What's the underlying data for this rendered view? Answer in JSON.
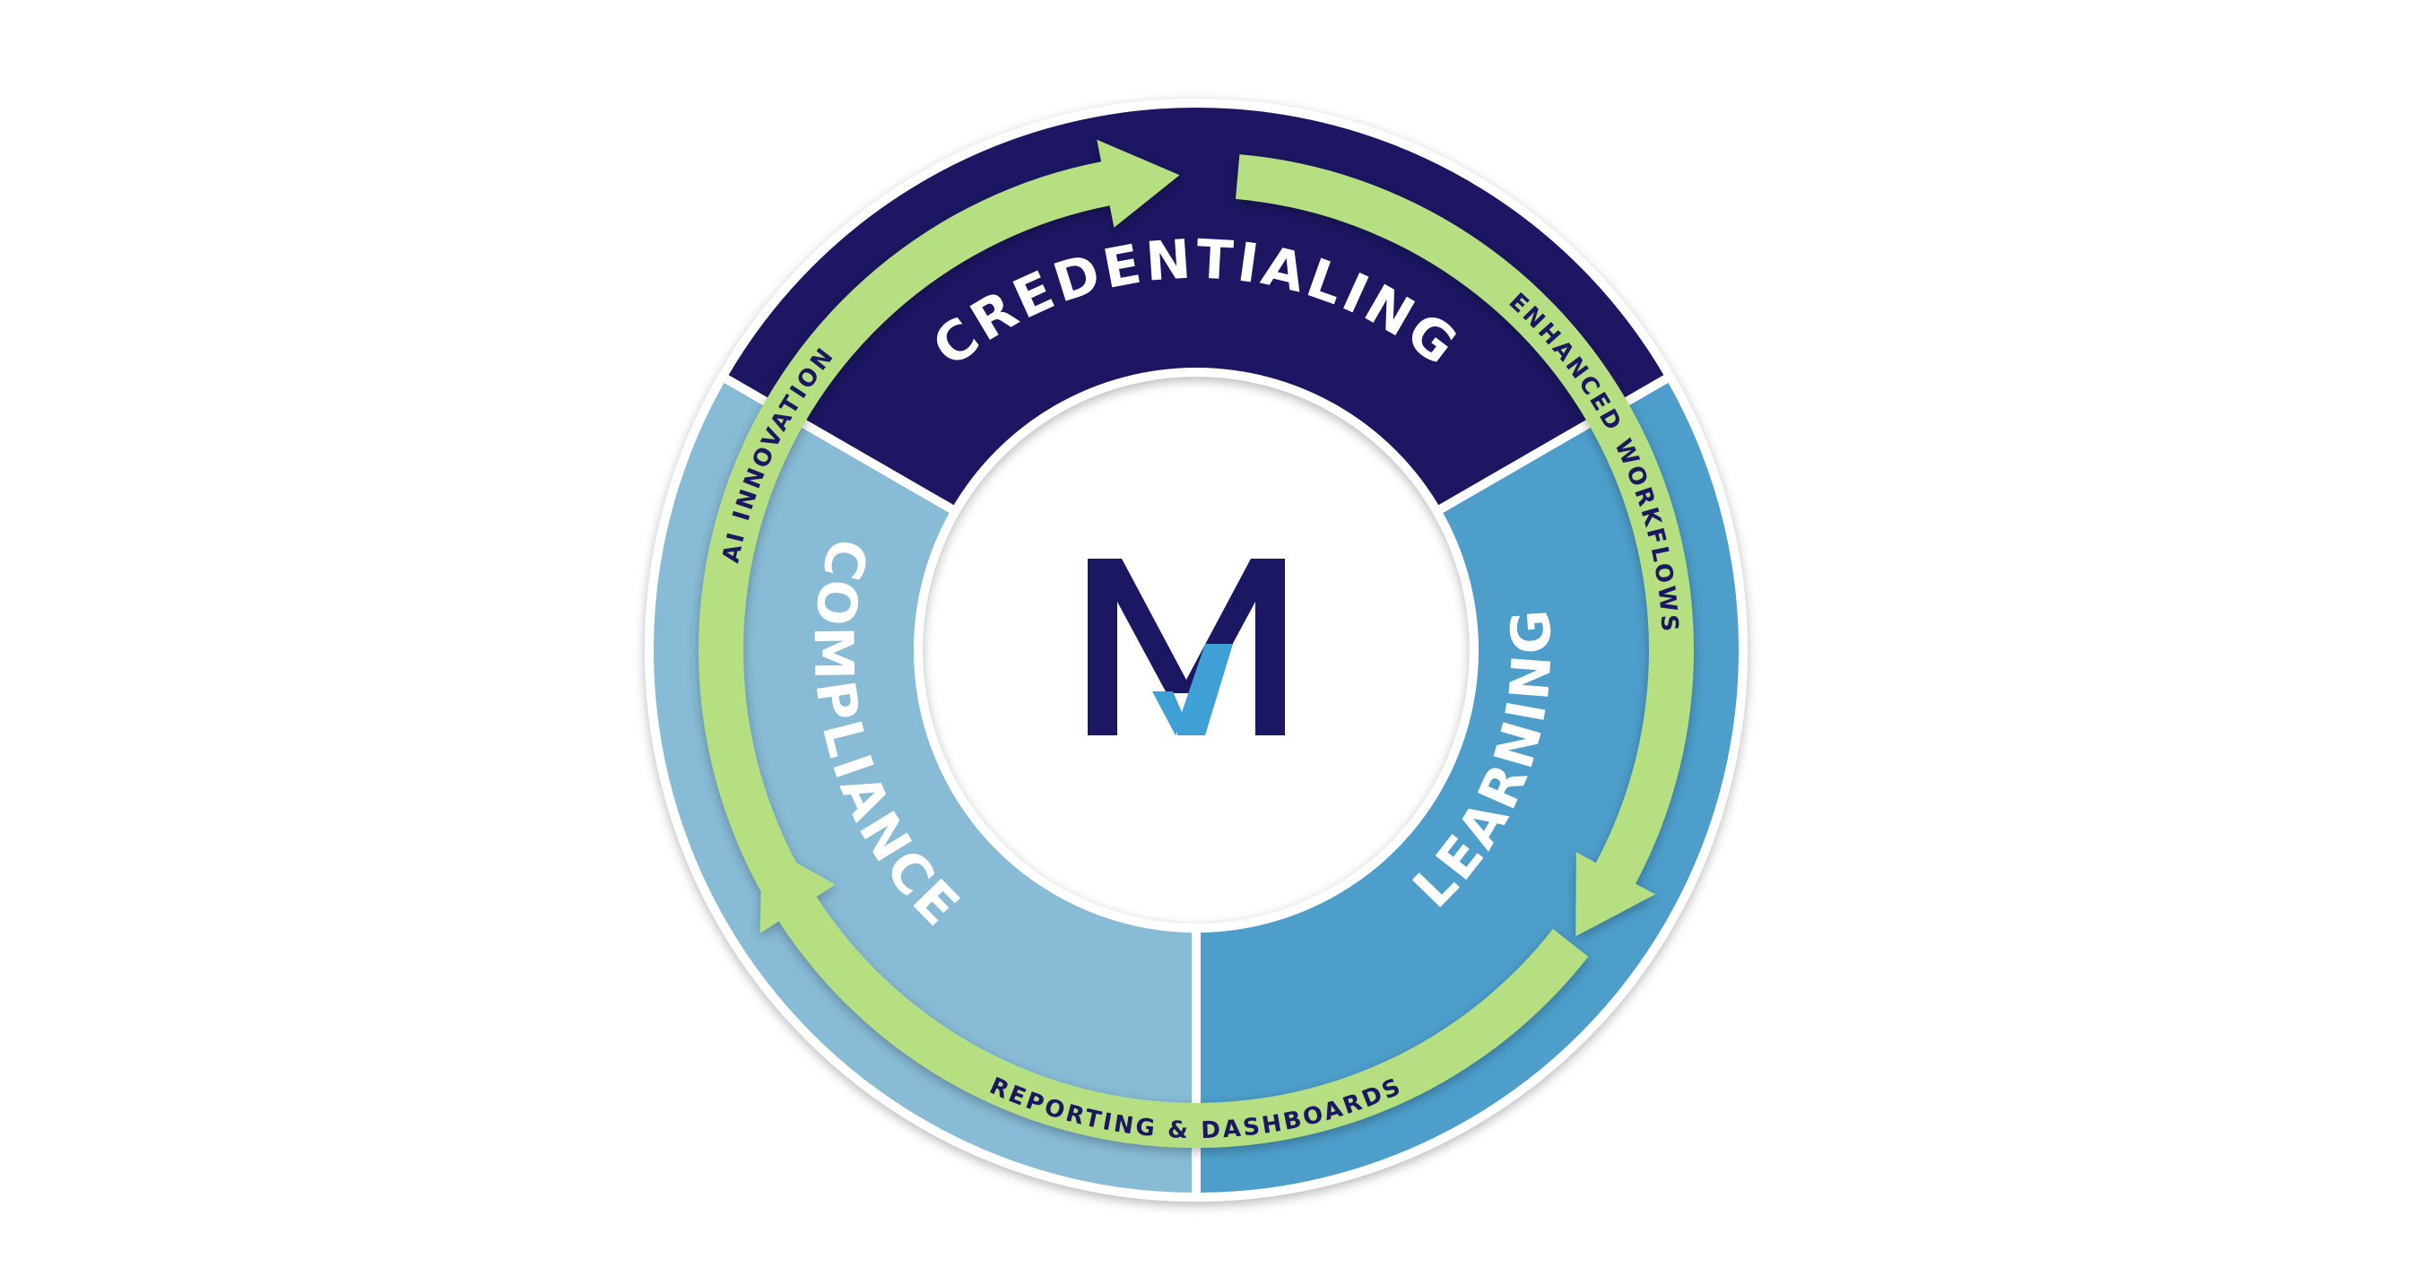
{
  "segments": {
    "credentialing": {
      "label": "CREDENTIALING",
      "color": "#1c1763"
    },
    "learning": {
      "label": "LEARNING",
      "color": "#4d9ecb"
    },
    "compliance": {
      "label": "COMPLIANCE",
      "color": "#87bbd6"
    }
  },
  "arrows": {
    "ai_innovation": {
      "label": "AI INNOVATION"
    },
    "enhanced_workflows": {
      "label": "ENHANCED WORKFLOWS"
    },
    "reporting_dashboards": {
      "label": "REPORTING & DASHBOARDS"
    }
  },
  "logo": {
    "icon": "mv-logo-icon",
    "letter_color": "#1c1763",
    "check_color": "#3fa0d6"
  },
  "colors": {
    "arrow": "#b5df80",
    "arrow_text": "#1c1763",
    "background": "#ffffff"
  }
}
